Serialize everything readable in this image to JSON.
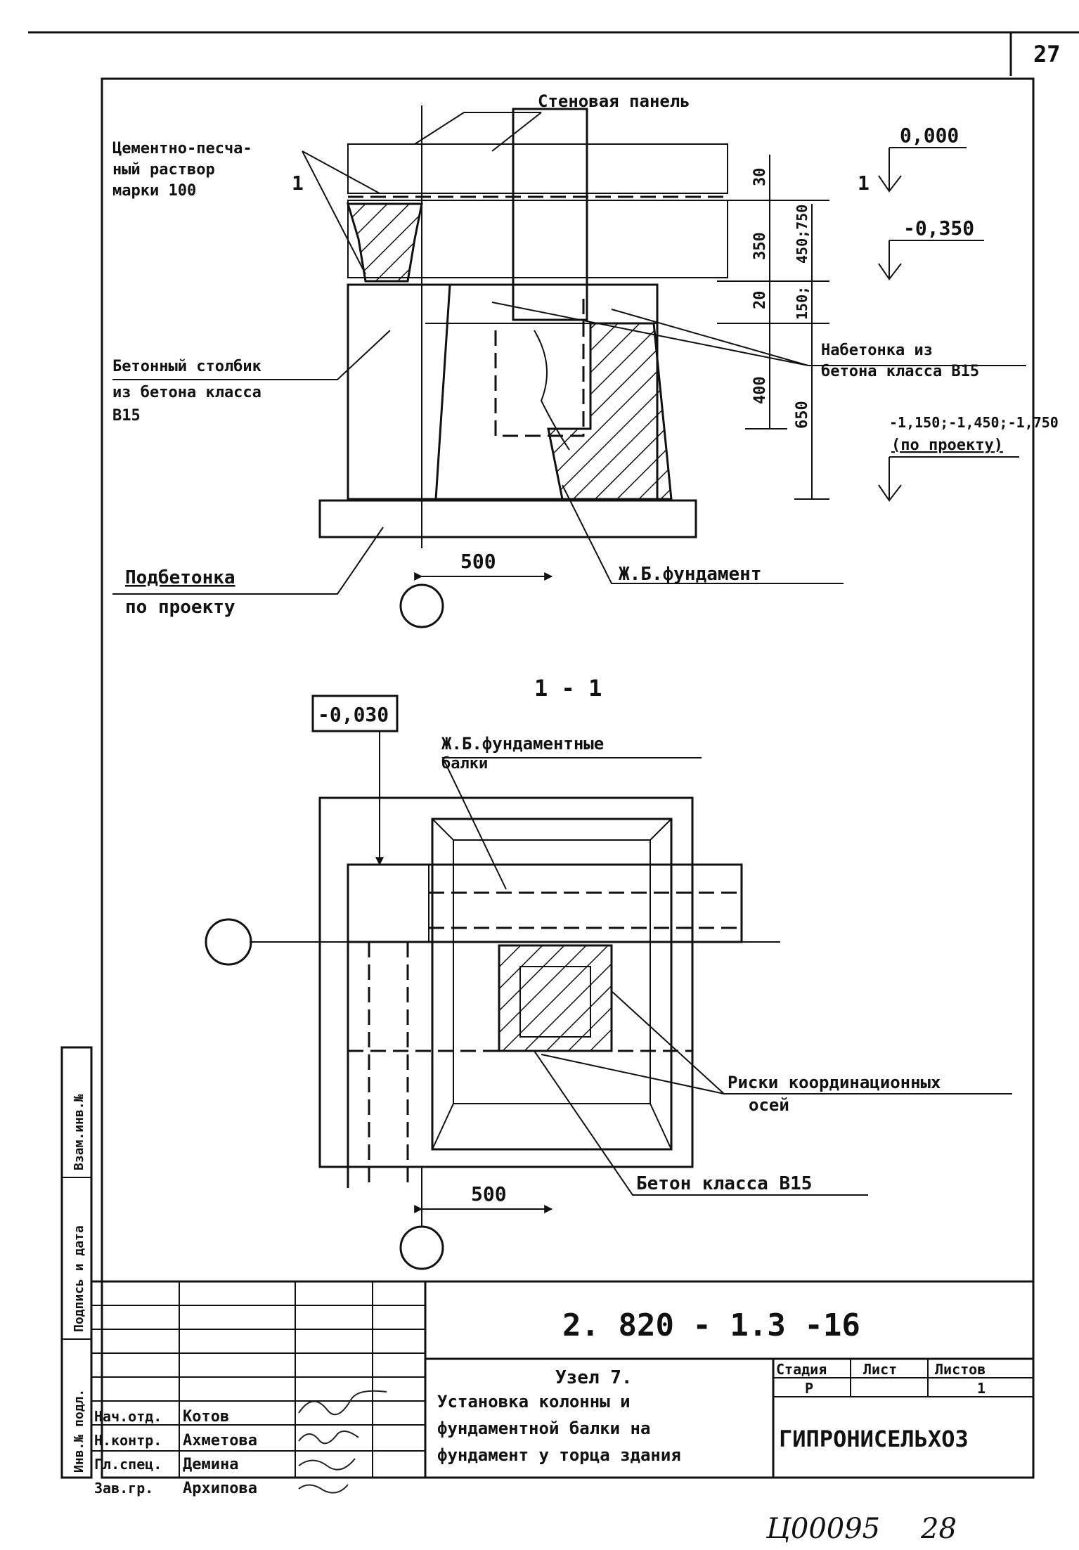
{
  "page_number": "27",
  "drawing": {
    "labels": {
      "wall_panel": "Стеновая панель",
      "mortar": [
        "Цементно-песча-",
        "ный раствор",
        "марки 100"
      ],
      "concrete_post": [
        "Бетонный столбик",
        "из бетона класса",
        "В15"
      ],
      "underlay": [
        "Подбетонка",
        "по проекту"
      ],
      "top_concrete": [
        "Набетонка из",
        "бетона класса В15"
      ],
      "rc_foundation": "Ж.Б.фундамент",
      "rc_beams": [
        "Ж.Б.фундаментные",
        "балки"
      ],
      "axis_marks": [
        "Риски координационных",
        "осей"
      ],
      "concrete_b15": "Бетон класса В15",
      "section_mark": "1 - 1",
      "cut_mark": "1"
    },
    "elevations": {
      "zero": "0,000",
      "minus_350": "-0,350",
      "bottom": "-1,150;-1,450;-1,750",
      "by_project": "(по проекту)",
      "plan_box": "-0,030"
    },
    "dimensions": {
      "d30": "30",
      "d350": "350",
      "d20": "20",
      "d400": "400",
      "d650": "650",
      "d_range": "450;750",
      "d150": "150;",
      "d500_top": "500",
      "d500_bottom": "500"
    }
  },
  "title_block": {
    "doc_code": "2. 820 - 1.3 -16",
    "title": [
      "Узел 7.",
      "Установка колонны и",
      "фундаментной балки на",
      "фундамент у торца здания"
    ],
    "headers": {
      "stage": "Стадия",
      "sheet": "Лист",
      "sheets": "Листов"
    },
    "values": {
      "stage": "Р",
      "sheet": "",
      "sheets": "1"
    },
    "organization": "ГИПРОНИСЕЛЬХОЗ",
    "signatures": [
      {
        "role": "Нач.отд.",
        "name": "Котов"
      },
      {
        "role": "Н.контр.",
        "name": "Ахметова"
      },
      {
        "role": "Гл.спец.",
        "name": "Демина"
      },
      {
        "role": "Зав.гр.",
        "name": "Архипова"
      }
    ],
    "side_stamp": [
      "Инв.№ подл.",
      "Подпись и дата",
      "Взам.инв.№"
    ]
  },
  "footer": {
    "code": "Ц00095",
    "number": "28"
  }
}
